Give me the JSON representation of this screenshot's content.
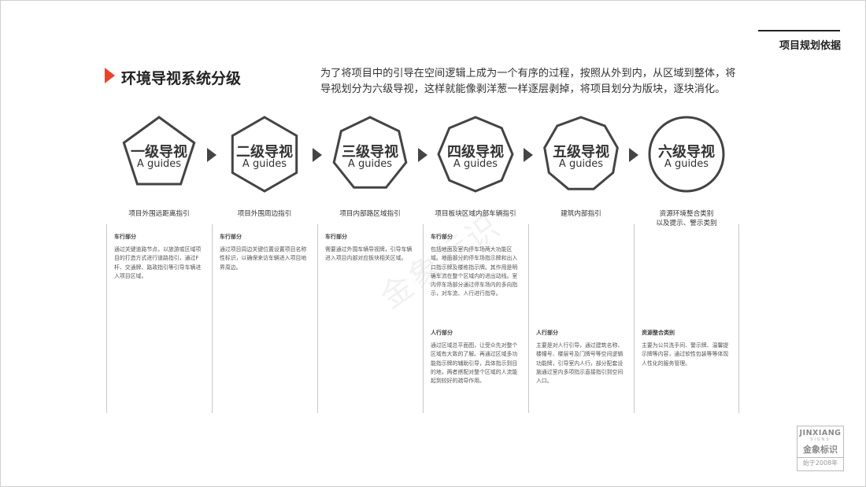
{
  "header": {
    "page_label": "项目规划依据"
  },
  "section": {
    "title": "环境导视系统分级",
    "intro": "为了将项目中的引导在空间逻辑上成为一个有序的过程，按照从外到内，从区域到整体，将导视划分为六级导视，这样就能像剥洋葱一样逐层剥掉，将项目划分为版块，逐块消化。"
  },
  "levels": [
    {
      "title": "一级导视",
      "subtitle": "A guides",
      "shape": "pentagon",
      "heading": "项目外围远距离指引"
    },
    {
      "title": "二级导视",
      "subtitle": "A guides",
      "shape": "hexagon",
      "heading": "项目外围周边指引"
    },
    {
      "title": "三级导视",
      "subtitle": "A guides",
      "shape": "heptagon",
      "heading": "项目内部路区域指引"
    },
    {
      "title": "四级导视",
      "subtitle": "A guides",
      "shape": "octagon",
      "heading": "项目板块区域内部车辆指引"
    },
    {
      "title": "五级导视",
      "subtitle": "A guides",
      "shape": "nonagon",
      "heading": "建筑内部指引"
    },
    {
      "title": "六级导视",
      "subtitle": "A guides",
      "shape": "circle",
      "heading": "资源环境整合类别\n以及提示、警示类别"
    }
  ],
  "blocks": [
    {
      "title": "车行部分",
      "text": "通过关键道路节点，以旅游或区域项目的打造方式进行道路指引，通过F杆、交通牌、路政指引等引导车辆进入项目区域。"
    },
    {
      "title": "车行部分",
      "text": "通过项目周边关键位置设置项目名称性标识，以确保来访车辆进入项目地界周边。"
    },
    {
      "title": "车行部分",
      "text": "需要通过外围车辆导视牌，引导车辆进入项目内部对应板块相关区域。"
    },
    {
      "title": "车行部分",
      "text": "包括地面及室内停车场两大功能区域。地面部分的停车场指示牌和出入口指示牌及楼栋指示牌。其作用是明确车流在整个区域内的进出动线。室内停车场部分通过停车场内的多向指示，对车流、人行进行指导。"
    },
    {
      "title": "人行部分",
      "text": "通过区域总平面图，让受众先对整个区域有大致的了解。再通过区域多功能指示牌的辅助引导，具体指示到目的地，两者搭配对整个区域的人流能起到较好的疏导作用。"
    },
    {
      "title": "人行部分",
      "text": "主要是对人行引导，通过建筑名称、楼幢号、楼层号及门牌号等空间逻辑功能牌，引导室内人行，部分配套设施通过室内多项指示直接指引到空间入口。"
    },
    {
      "title": "资源整合类别",
      "text": "主要为公共洗手间、警示牌、温馨提示牌等内容，通过软性包装等等体现人性化的服务管理。"
    }
  ],
  "watermark": "金象标识",
  "logo": {
    "brand_en": "JINXIANG",
    "sub_en": "SIGNS",
    "brand_cn": "金象标识",
    "since": "始于2008年"
  },
  "colors": {
    "accent": "#e8452c",
    "shape_stroke": "#444444",
    "text": "#333333",
    "divider": "#c8c8c8"
  }
}
